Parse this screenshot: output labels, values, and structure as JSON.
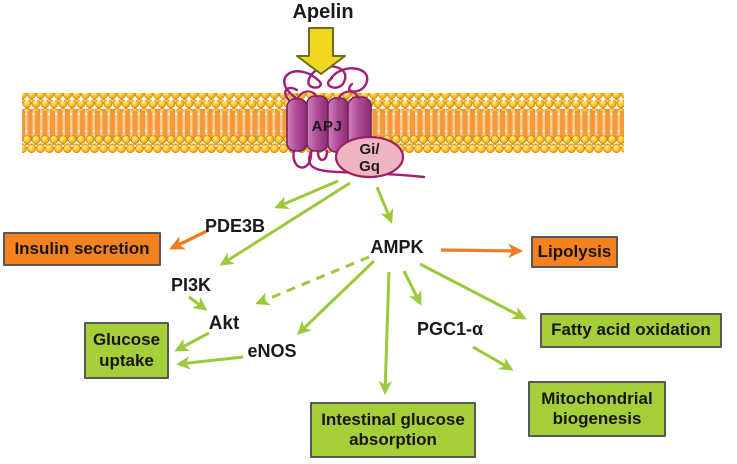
{
  "ligand": {
    "label": "Apelin"
  },
  "receptor": {
    "label": "APJ",
    "g_protein_line1": "Gi/",
    "g_protein_line2": "Gq"
  },
  "nodes": {
    "pde3b": "PDE3B",
    "ampk": "AMPK",
    "pi3k": "PI3K",
    "akt": "Akt",
    "enos": "eNOS",
    "pgc1a": "PGC1-α"
  },
  "boxes": {
    "insulin_secretion": "Insulin secretion",
    "glucose_uptake": "Glucose uptake",
    "lipolysis": "Lipolysis",
    "fatty_acid_oxidation": "Fatty acid oxidation",
    "mitochondrial_biogenesis": "Mitochondrial biogenesis",
    "intestinal_glucose_absorption": "Intestinal glucose absorption"
  },
  "icons": {
    "apelin_block_arrow": "down-block-arrow-icon",
    "membrane": "lipid-bilayer",
    "receptor_shape": "seven-transmembrane-helix-bundle",
    "g_protein_shape": "pink-ellipse"
  },
  "colors": {
    "box_green": "#A6CE39",
    "box_orange": "#F5821F",
    "box_border": "#56575A",
    "arrow_green": "#9BC93C",
    "arrow_orange": "#EF7D1F",
    "membrane_gold": "#FFC627",
    "membrane_band": "#F5993F",
    "receptor_purple": "#A84190",
    "gprotein_pink": "#EDB6C2",
    "apelin_arrow_yellow": "#F0D722",
    "text": "#1A1A1A"
  }
}
